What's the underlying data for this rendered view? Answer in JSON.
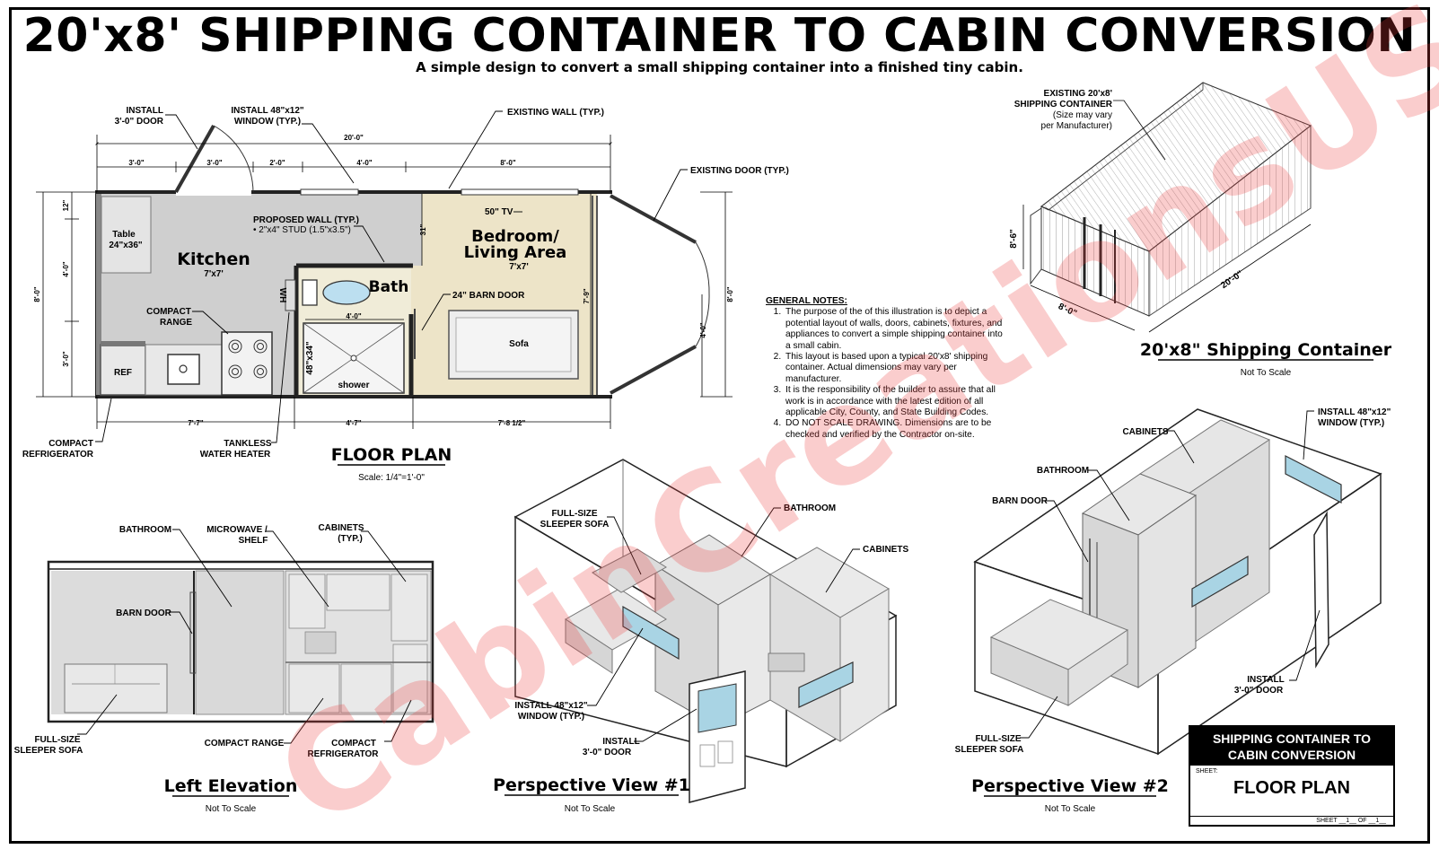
{
  "title": "20'x8' SHIPPING CONTAINER TO CABIN CONVERSION",
  "subtitle": "A simple design to convert a small shipping container into a finished tiny cabin.",
  "watermark": "CabinCreationsUSA",
  "floor_plan": {
    "title": "FLOOR PLAN",
    "scale": "Scale: 1/4\"=1'-0\"",
    "dims_top": {
      "overall": "20'-0\"",
      "d1": "3'-0\"",
      "d2": "3'-0\"",
      "d3": "2'-0\"",
      "d4": "4'-0\"",
      "d5": "8'-0\""
    },
    "dims_bottom": {
      "d1": "7'-7\"",
      "d2": "4'-7\"",
      "d3": "7'-8 1/2\""
    },
    "dims_left": {
      "overall": "8'-0\"",
      "d1": "12\"",
      "d2": "4'-0\"",
      "d3": "3'-0\""
    },
    "dims_right": {
      "overall": "8'-0\"",
      "d1": "4'-0\""
    },
    "dims_inner": {
      "bath_width": "4'-0\"",
      "bath_depth": "31\"",
      "living_depth": "7'-9\""
    },
    "rooms": {
      "kitchen": "Kitchen",
      "kitchen_size": "7'x7'",
      "bath": "Bath",
      "bedroom_l1": "Bedroom/",
      "bedroom_l2": "Living Area",
      "bedroom_size": "7'x7'"
    },
    "items": {
      "table_l1": "Table",
      "table_l2": "24\"x36\"",
      "ref": "REF",
      "sofa": "Sofa",
      "shower": "shower",
      "shower_size": "48\"x34\"",
      "wh": "WH"
    },
    "callouts": {
      "install_door_l1": "INSTALL",
      "install_door_l2": "3'-0\" DOOR",
      "window_l1": "INSTALL 48\"x12\"",
      "window_l2": "WINDOW (TYP.)",
      "existing_wall": "EXISTING WALL (TYP.)",
      "existing_door": "EXISTING DOOR (TYP.)",
      "proposed_wall_l1": "PROPOSED WALL (TYP.)",
      "proposed_wall_l2": "• 2\"x4\" STUD (1.5\"x3.5\")",
      "tv": "50\" TV",
      "barn_door": "24\" BARN DOOR",
      "range_l1": "COMPACT",
      "range_l2": "RANGE",
      "fridge_l1": "COMPACT",
      "fridge_l2": "REFRIGERATOR",
      "heater_l1": "TANKLESS",
      "heater_l2": "WATER HEATER"
    }
  },
  "notes": {
    "heading": "GENERAL NOTES:",
    "items": [
      "The purpose of the of this illustration is to depict a potential layout of walls, doors, cabinets, fixtures, and appliances to convert a simple shipping container into a small cabin.",
      "This layout is based upon a typical 20'x8' shipping container. Actual dimensions may vary per manufacturer.",
      "It is the responsibility of the builder to assure that all work is in accordance with the latest edition of all applicable City, County, and State Building Codes.",
      "DO NOT SCALE DRAWING. Dimensions are to be checked and verified by the Contractor on-site."
    ]
  },
  "container_view": {
    "title": "20'x8\" Shipping Container",
    "scale": "Not To Scale",
    "callout_l1": "EXISTING 20'x8'",
    "callout_l2": "SHIPPING CONTAINER",
    "callout_l3": "(Size may vary",
    "callout_l4": "per Manufacturer)",
    "dim_h": "8'-6\"",
    "dim_w": "8'-0\"",
    "dim_l": "20'-0\""
  },
  "left_elevation": {
    "title": "Left Elevation",
    "scale": "Not To Scale",
    "callouts": {
      "bathroom": "BATHROOM",
      "microwave_l1": "MICROWAVE /",
      "microwave_l2": "SHELF",
      "cabinets_l1": "CABINETS",
      "cabinets_l2": "(TYP.)",
      "barn_door": "BARN DOOR",
      "sofa_l1": "FULL-SIZE",
      "sofa_l2": "SLEEPER SOFA",
      "range": "COMPACT RANGE",
      "fridge_l1": "COMPACT",
      "fridge_l2": "REFRIGERATOR"
    }
  },
  "perspective1": {
    "title": "Perspective View #1",
    "scale": "Not To Scale",
    "callouts": {
      "sofa_l1": "FULL-SIZE",
      "sofa_l2": "SLEEPER SOFA",
      "bathroom": "BATHROOM",
      "cabinets": "CABINETS",
      "window_l1": "INSTALL 48\"x12\"",
      "window_l2": "WINDOW (TYP.)",
      "door_l1": "INSTALL",
      "door_l2": "3'-0\" DOOR"
    }
  },
  "perspective2": {
    "title": "Perspective View #2",
    "scale": "Not To Scale",
    "callouts": {
      "cabinets": "CABINETS",
      "window_l1": "INSTALL 48\"x12\"",
      "window_l2": "WINDOW (TYP.)",
      "bathroom": "BATHROOM",
      "barn_door": "BARN DOOR",
      "door_l1": "INSTALL",
      "door_l2": "3'-0\" DOOR",
      "sofa_l1": "FULL-SIZE",
      "sofa_l2": "SLEEPER SOFA"
    }
  },
  "title_block": {
    "heading_l1": "SHIPPING CONTAINER TO",
    "heading_l2": "CABIN CONVERSION",
    "sheet_label": "SHEET:",
    "sheet_title": "FLOOR PLAN",
    "sheet_number": "SHEET __1__ OF __1__"
  }
}
